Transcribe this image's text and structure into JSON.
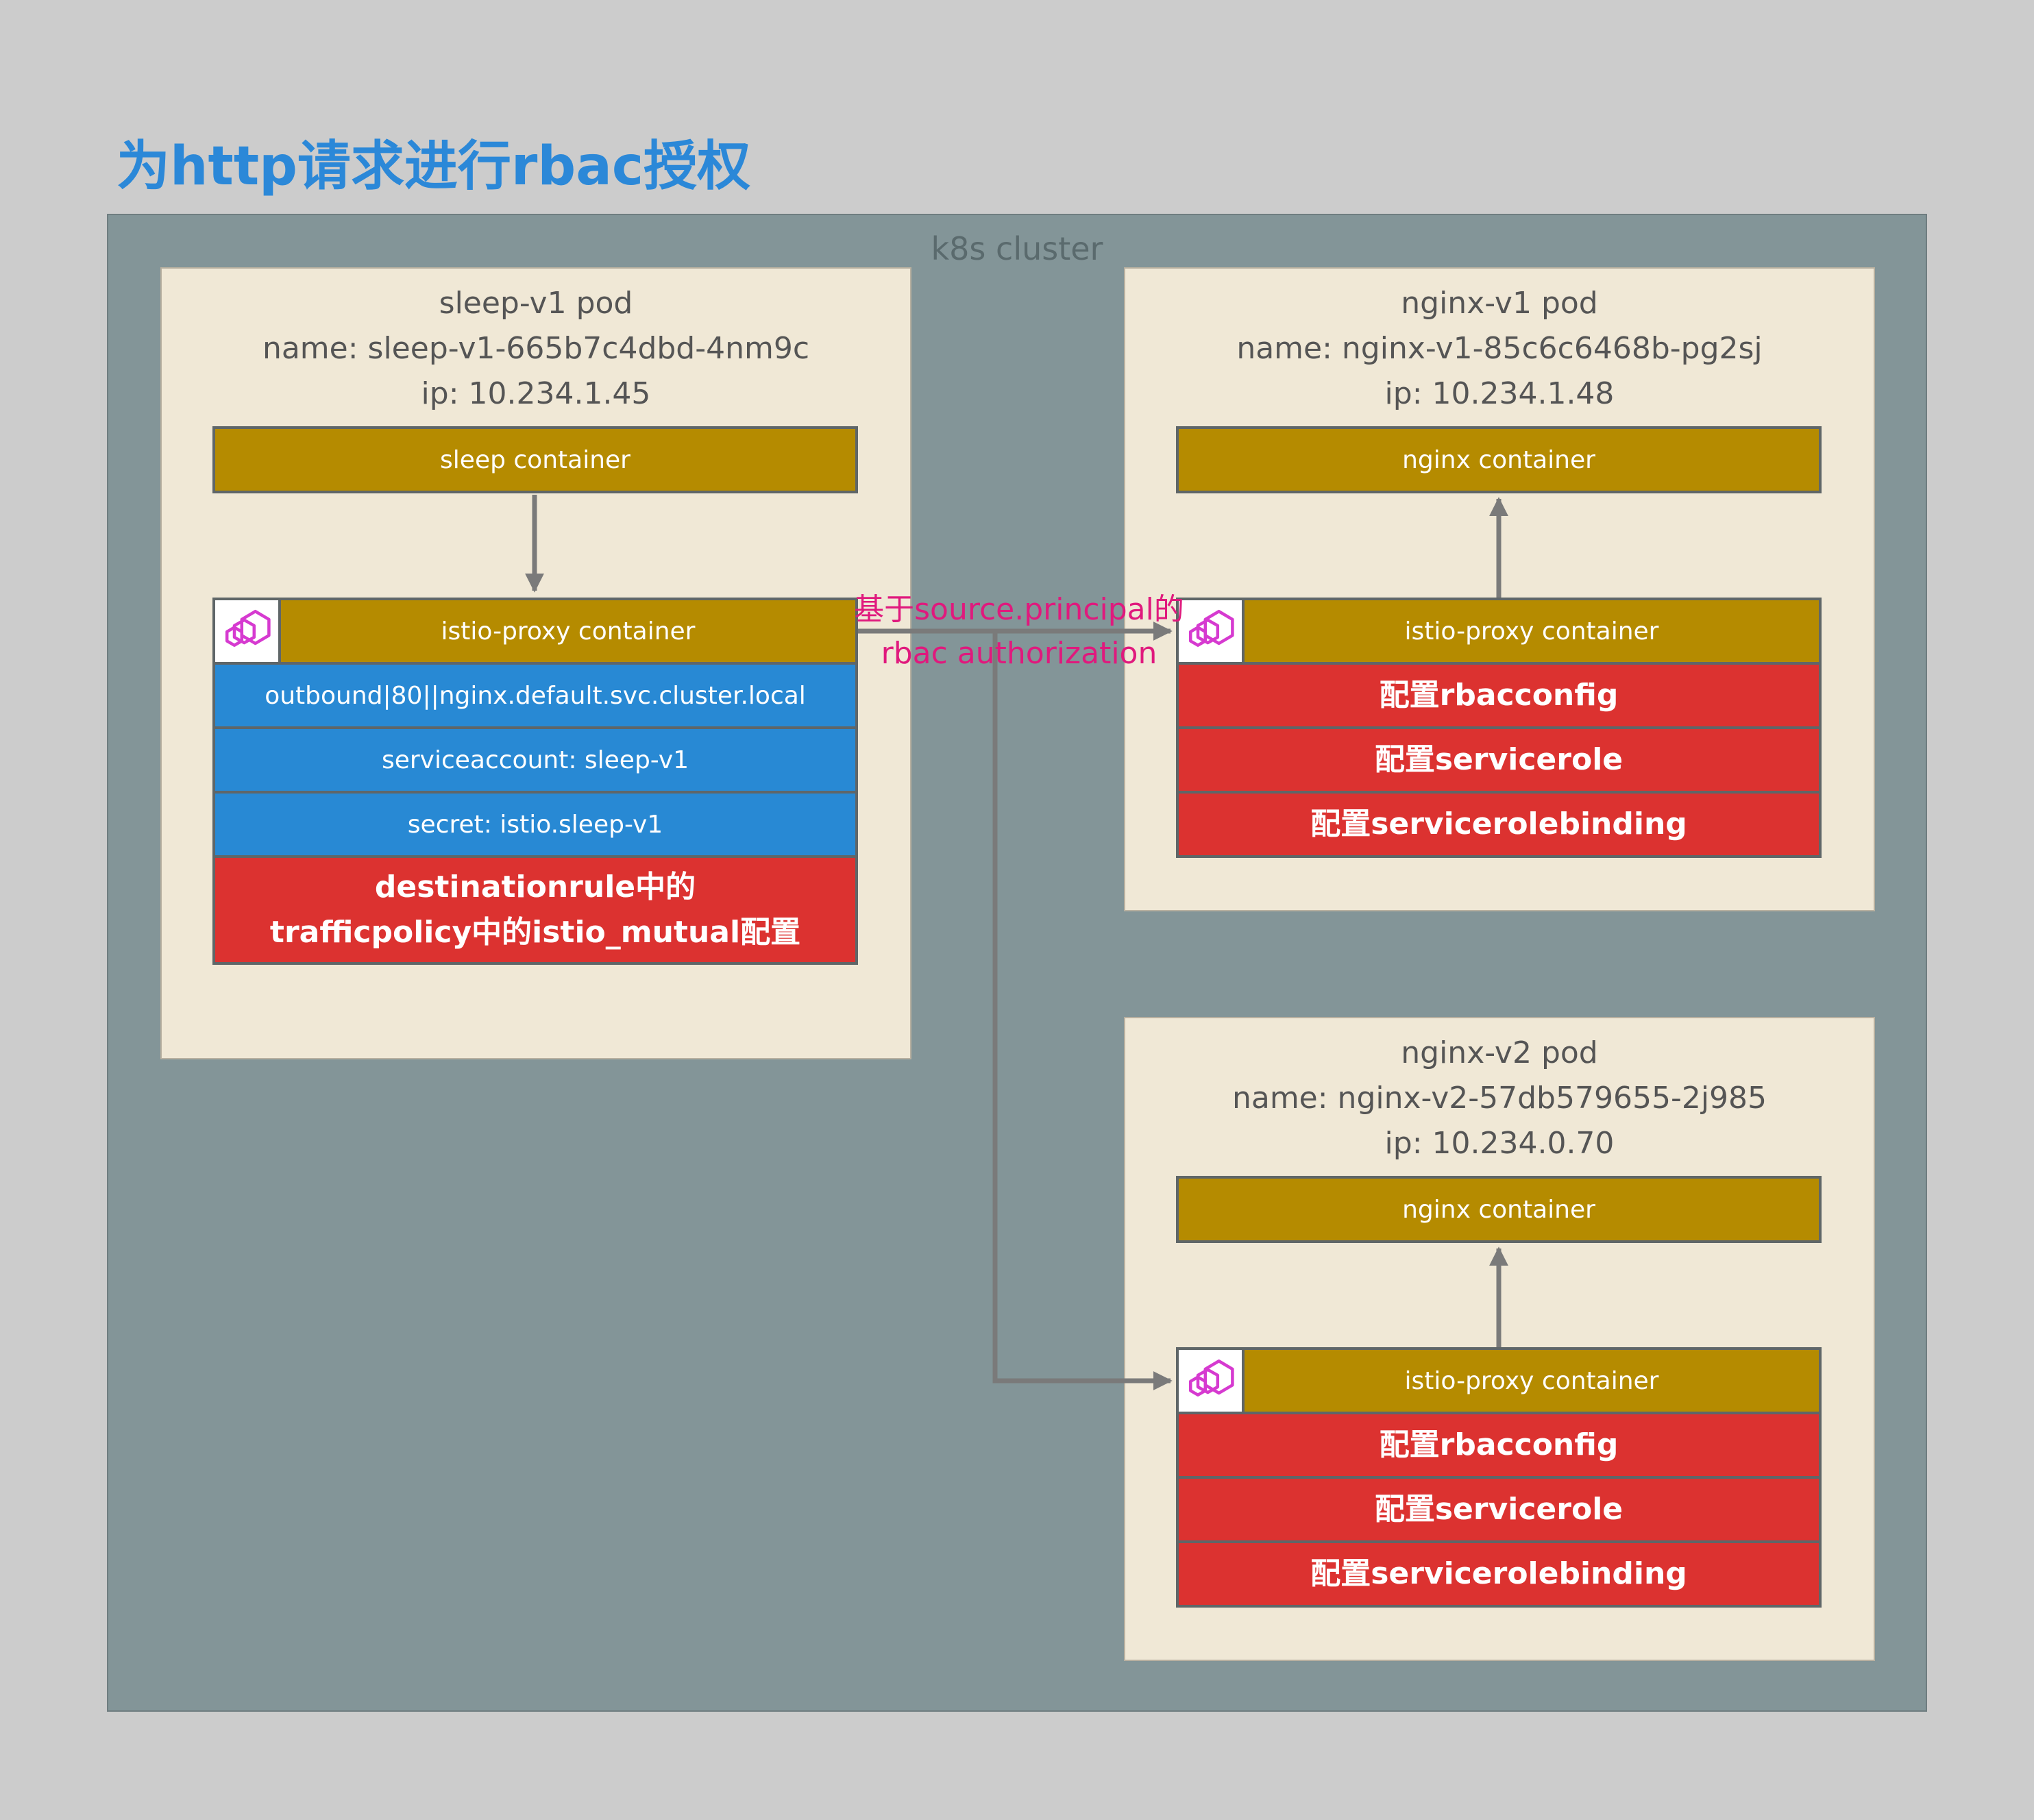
{
  "title": "为http请求进行rbac授权",
  "cluster": {
    "label": "k8s cluster"
  },
  "sleep_pod": {
    "name_line": "sleep-v1 pod",
    "pod_name": "name: sleep-v1-665b7c4dbd-4nm9c",
    "ip": "ip: 10.234.1.45",
    "app_container": "sleep container",
    "proxy_container": "istio-proxy container",
    "proxy_rows": [
      "outbound|80||nginx.default.svc.cluster.local",
      "serviceaccount: sleep-v1",
      "secret: istio.sleep-v1"
    ],
    "config_line1": "destinationrule中的",
    "config_line2": "trafficpolicy中的istio_mutual配置"
  },
  "nginx_v1_pod": {
    "name_line": "nginx-v1 pod",
    "pod_name": "name: nginx-v1-85c6c6468b-pg2sj",
    "ip": "ip: 10.234.1.48",
    "app_container": "nginx container",
    "proxy_container": "istio-proxy container",
    "configs": [
      "配置rbacconfig",
      "配置servicerole",
      "配置servicerolebinding"
    ]
  },
  "nginx_v2_pod": {
    "name_line": "nginx-v2 pod",
    "pod_name": "name: nginx-v2-57db579655-2j985",
    "ip": "ip: 10.234.0.70",
    "app_container": "nginx container",
    "proxy_container": "istio-proxy container",
    "configs": [
      "配置rbacconfig",
      "配置servicerole",
      "配置servicerolebinding"
    ]
  },
  "flow_label": {
    "line1": "基于source.principal的",
    "line2": "rbac authorization"
  },
  "colors": {
    "title": "#2b88d8",
    "container": "#b58b00",
    "proxy_info": "#2889d4",
    "config": "#dc3230",
    "flow_label": "#e0197d",
    "arrow": "#7a7a7a",
    "logo": "#d63ad0"
  },
  "icons": {
    "proxy_logo": "envoy-logo-icon"
  }
}
